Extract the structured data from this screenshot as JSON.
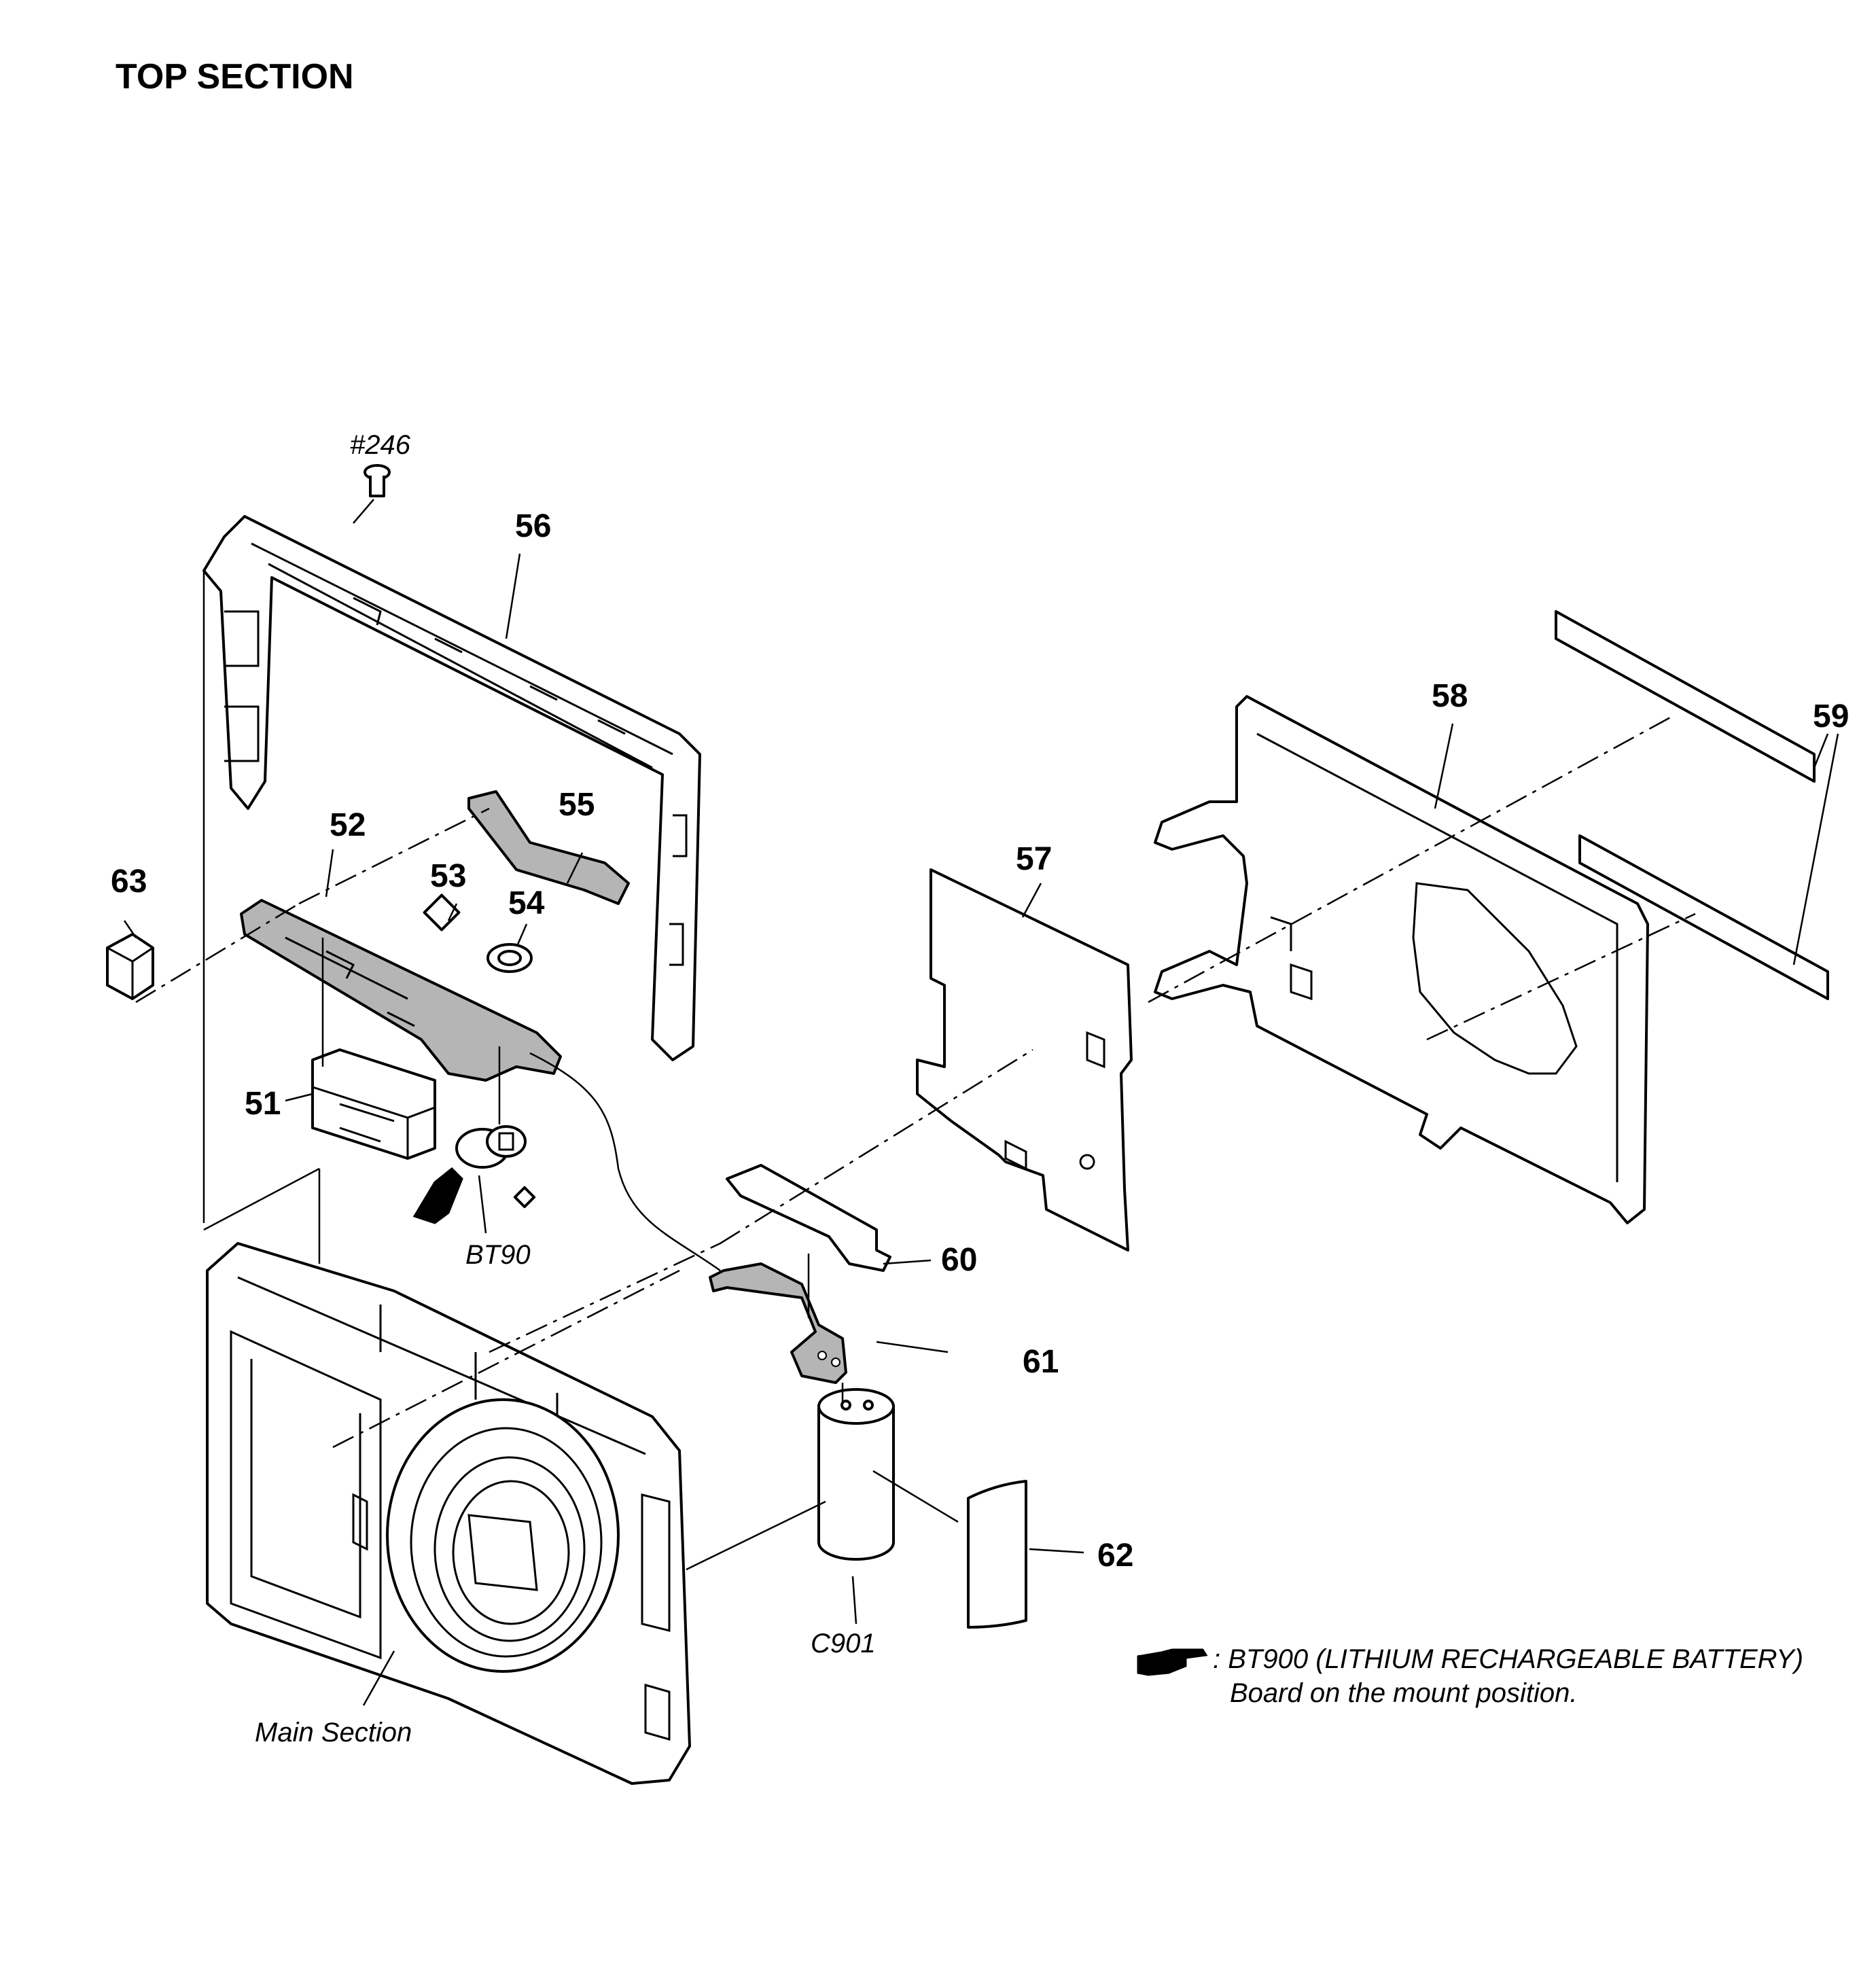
{
  "title": "TOP SECTION",
  "screw_label": "#246",
  "part_numbers": {
    "p51": "51",
    "p52": "52",
    "p53": "53",
    "p54": "54",
    "p55": "55",
    "p56": "56",
    "p57": "57",
    "p58": "58",
    "p59": "59",
    "p60": "60",
    "p61": "61",
    "p62": "62",
    "p63": "63"
  },
  "component_labels": {
    "bt90": "BT90",
    "c901": "C901",
    "main_section": "Main Section"
  },
  "note": {
    "line1": ": BT900 (LITHIUM RECHARGEABLE BATTERY)",
    "line2": "Board on the mount position."
  },
  "icons": [
    "pointing-hand-icon"
  ]
}
